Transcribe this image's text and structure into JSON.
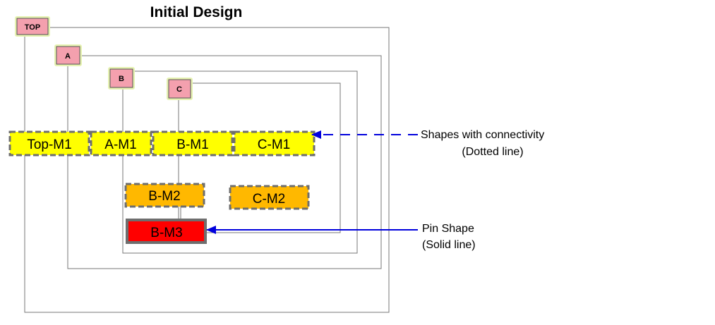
{
  "title": "Initial Design",
  "colors": {
    "hier_fill": "#f4a0ae",
    "hier_glow": "#e6f2b2",
    "boundary": "#777777",
    "yellow": "#ffff00",
    "orange": "#ffb800",
    "red": "#ff0000",
    "dash_border": "#6e6e6e",
    "arrow": "#0000dd"
  },
  "hierarchy": {
    "top": "TOP",
    "a": "A",
    "b": "B",
    "c": "C"
  },
  "shapes": {
    "top_m1": "Top-M1",
    "a_m1": "A-M1",
    "b_m1": "B-M1",
    "c_m1": "C-M1",
    "b_m2": "B-M2",
    "c_m2": "C-M2",
    "b_m3": "B-M3"
  },
  "annotations": {
    "connectivity_line1": "Shapes with connectivity",
    "connectivity_line2": "(Dotted line)",
    "pin_line1": "Pin Shape",
    "pin_line2": "(Solid line)"
  }
}
